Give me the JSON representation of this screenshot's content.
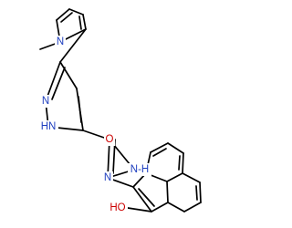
{
  "molecule": {
    "colors": {
      "bond": "#000000",
      "N": "#1f3fbf",
      "O": "#cc0000"
    },
    "labels": {
      "n_pyrrole": "N",
      "n_pyrazole": "N",
      "nh_pyrazole": "HN",
      "n_hydrazide": "N",
      "nh_hydrazide": "N‑H",
      "o_carbonyl": "O",
      "oh": "HO"
    }
  }
}
